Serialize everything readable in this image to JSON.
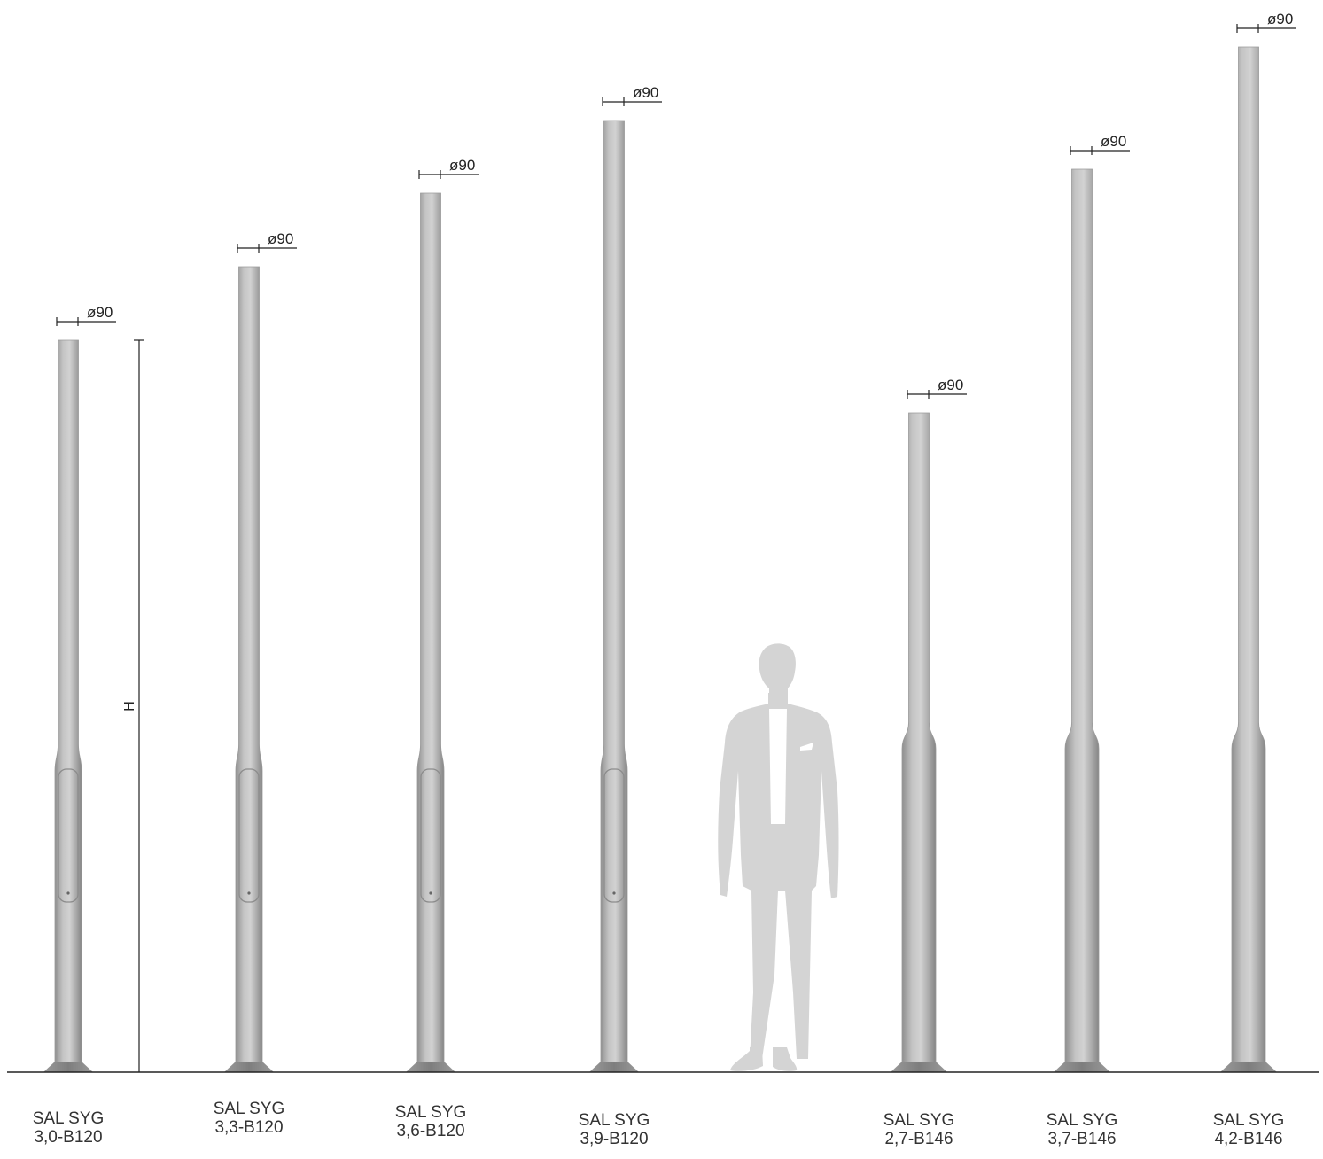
{
  "diameter_label": "ø90",
  "height_label": "H",
  "colors": {
    "pole_light": "#dcdcdc",
    "pole_mid": "#b9b9b9",
    "pole_dark": "#8a8a8a",
    "person": "#d4d4d4",
    "line": "#222222",
    "text": "#333333"
  },
  "poles": [
    {
      "line1": "SAL SYG",
      "line2": "3,0-B120",
      "height_m": 3.0,
      "base_mm": 120,
      "door": true
    },
    {
      "line1": "SAL SYG",
      "line2": "3,3-B120",
      "height_m": 3.3,
      "base_mm": 120,
      "door": true
    },
    {
      "line1": "SAL SYG",
      "line2": "3,6-B120",
      "height_m": 3.6,
      "base_mm": 120,
      "door": true
    },
    {
      "line1": "SAL SYG",
      "line2": "3,9-B120",
      "height_m": 3.9,
      "base_mm": 120,
      "door": true
    },
    {
      "line1": "SAL SYG",
      "line2": "2,7-B146",
      "height_m": 2.7,
      "base_mm": 146,
      "door": false
    },
    {
      "line1": "SAL SYG",
      "line2": "3,7-B146",
      "height_m": 3.7,
      "base_mm": 146,
      "door": false
    },
    {
      "line1": "SAL SYG",
      "line2": "4,2-B146",
      "height_m": 4.2,
      "base_mm": 146,
      "door": false
    }
  ]
}
